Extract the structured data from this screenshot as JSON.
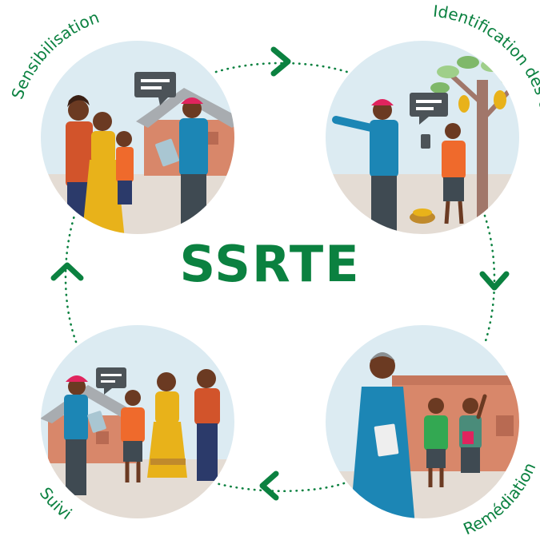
{
  "title": "SSRTE",
  "colors": {
    "accent": "#0b8140",
    "sky": "#dcebf2",
    "ground": "#e4dcd4",
    "skin": "#6b3a22",
    "cap": "#e0245e",
    "shirt_blue": "#1c86b5",
    "shirt_orange": "#ef6a2c",
    "shirt_green": "#33a852",
    "dress_yellow": "#e8b21a",
    "pants": "#3f4a52",
    "bubble": "#4c5358",
    "house_wall": "#d8876a",
    "house_roof": "#a8acb0"
  },
  "steps": [
    {
      "id": "sensibilisation",
      "label": "Sensibilisation"
    },
    {
      "id": "identification",
      "label": "Identification des cas"
    },
    {
      "id": "remediation",
      "label": "Remédiation"
    },
    {
      "id": "suivi",
      "label": "Suivi"
    }
  ],
  "icons": {
    "arrow": "chevron-arrow-icon",
    "bubble": "speech-bubble-icon",
    "phone": "phone-icon",
    "clipboard": "clipboard-icon"
  }
}
